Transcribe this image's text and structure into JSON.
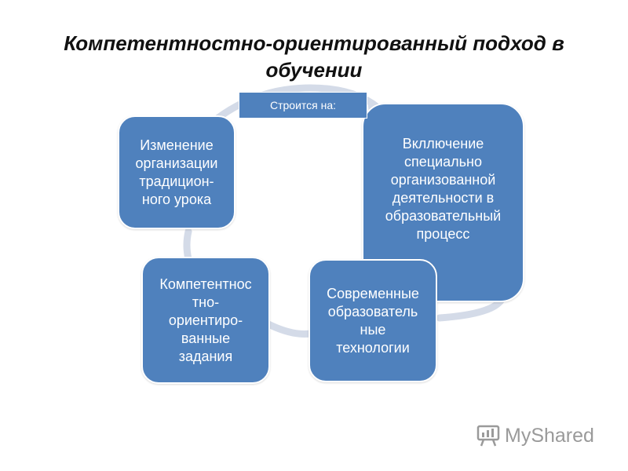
{
  "title": "Компетентностно-ориентированный подход в обучении",
  "label": "Строится на:",
  "nodes": {
    "top_left": "Изменение\nорганизации\nтрадицион-\nного урока",
    "right": "Вкллючение\nспециально\nорганизованной\nдеятельности в\nобразовательный\nпроцесс",
    "bottom_right": "Современные\nобразователь\nные\nтехнологии",
    "bottom_left": "Компетентнос\nтно-\nориентиро-\nванные\nзадания"
  },
  "colors": {
    "node": "#4f81bd",
    "cycle": "#d4dbe8",
    "watermark": "#9a9a9a"
  },
  "watermark": {
    "icon": "presentation-board-icon",
    "text": "MyShared"
  }
}
